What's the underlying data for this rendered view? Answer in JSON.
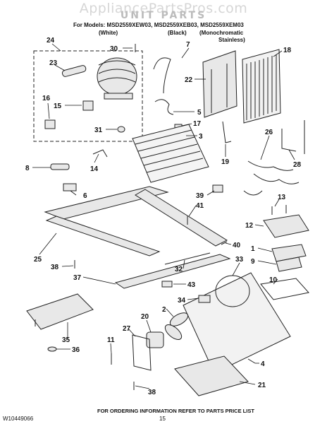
{
  "watermark": "AppliancePartsPros.com",
  "title": "UNIT PARTS",
  "models_line": "For Models: MSD2559XEW03, MSD2559XEB03, MSD2559XEM03",
  "variants": [
    "(White)",
    "(Black)",
    "(Monochromatic",
    "Stainless)"
  ],
  "callouts": [
    "24",
    "30",
    "7",
    "18",
    "23",
    "22",
    "16",
    "15",
    "5",
    "31",
    "17",
    "3",
    "26",
    "19",
    "8",
    "14",
    "28",
    "6",
    "39",
    "13",
    "41",
    "12",
    "25",
    "40",
    "1",
    "9",
    "38",
    "32",
    "33",
    "37",
    "10",
    "43",
    "34",
    "2",
    "20",
    "27",
    "35",
    "11",
    "36",
    "4",
    "38",
    "21"
  ],
  "footer_text": "FOR ORDERING INFORMATION REFER TO PARTS PRICE LIST",
  "doc_number": "W10449066",
  "page_number": "15"
}
